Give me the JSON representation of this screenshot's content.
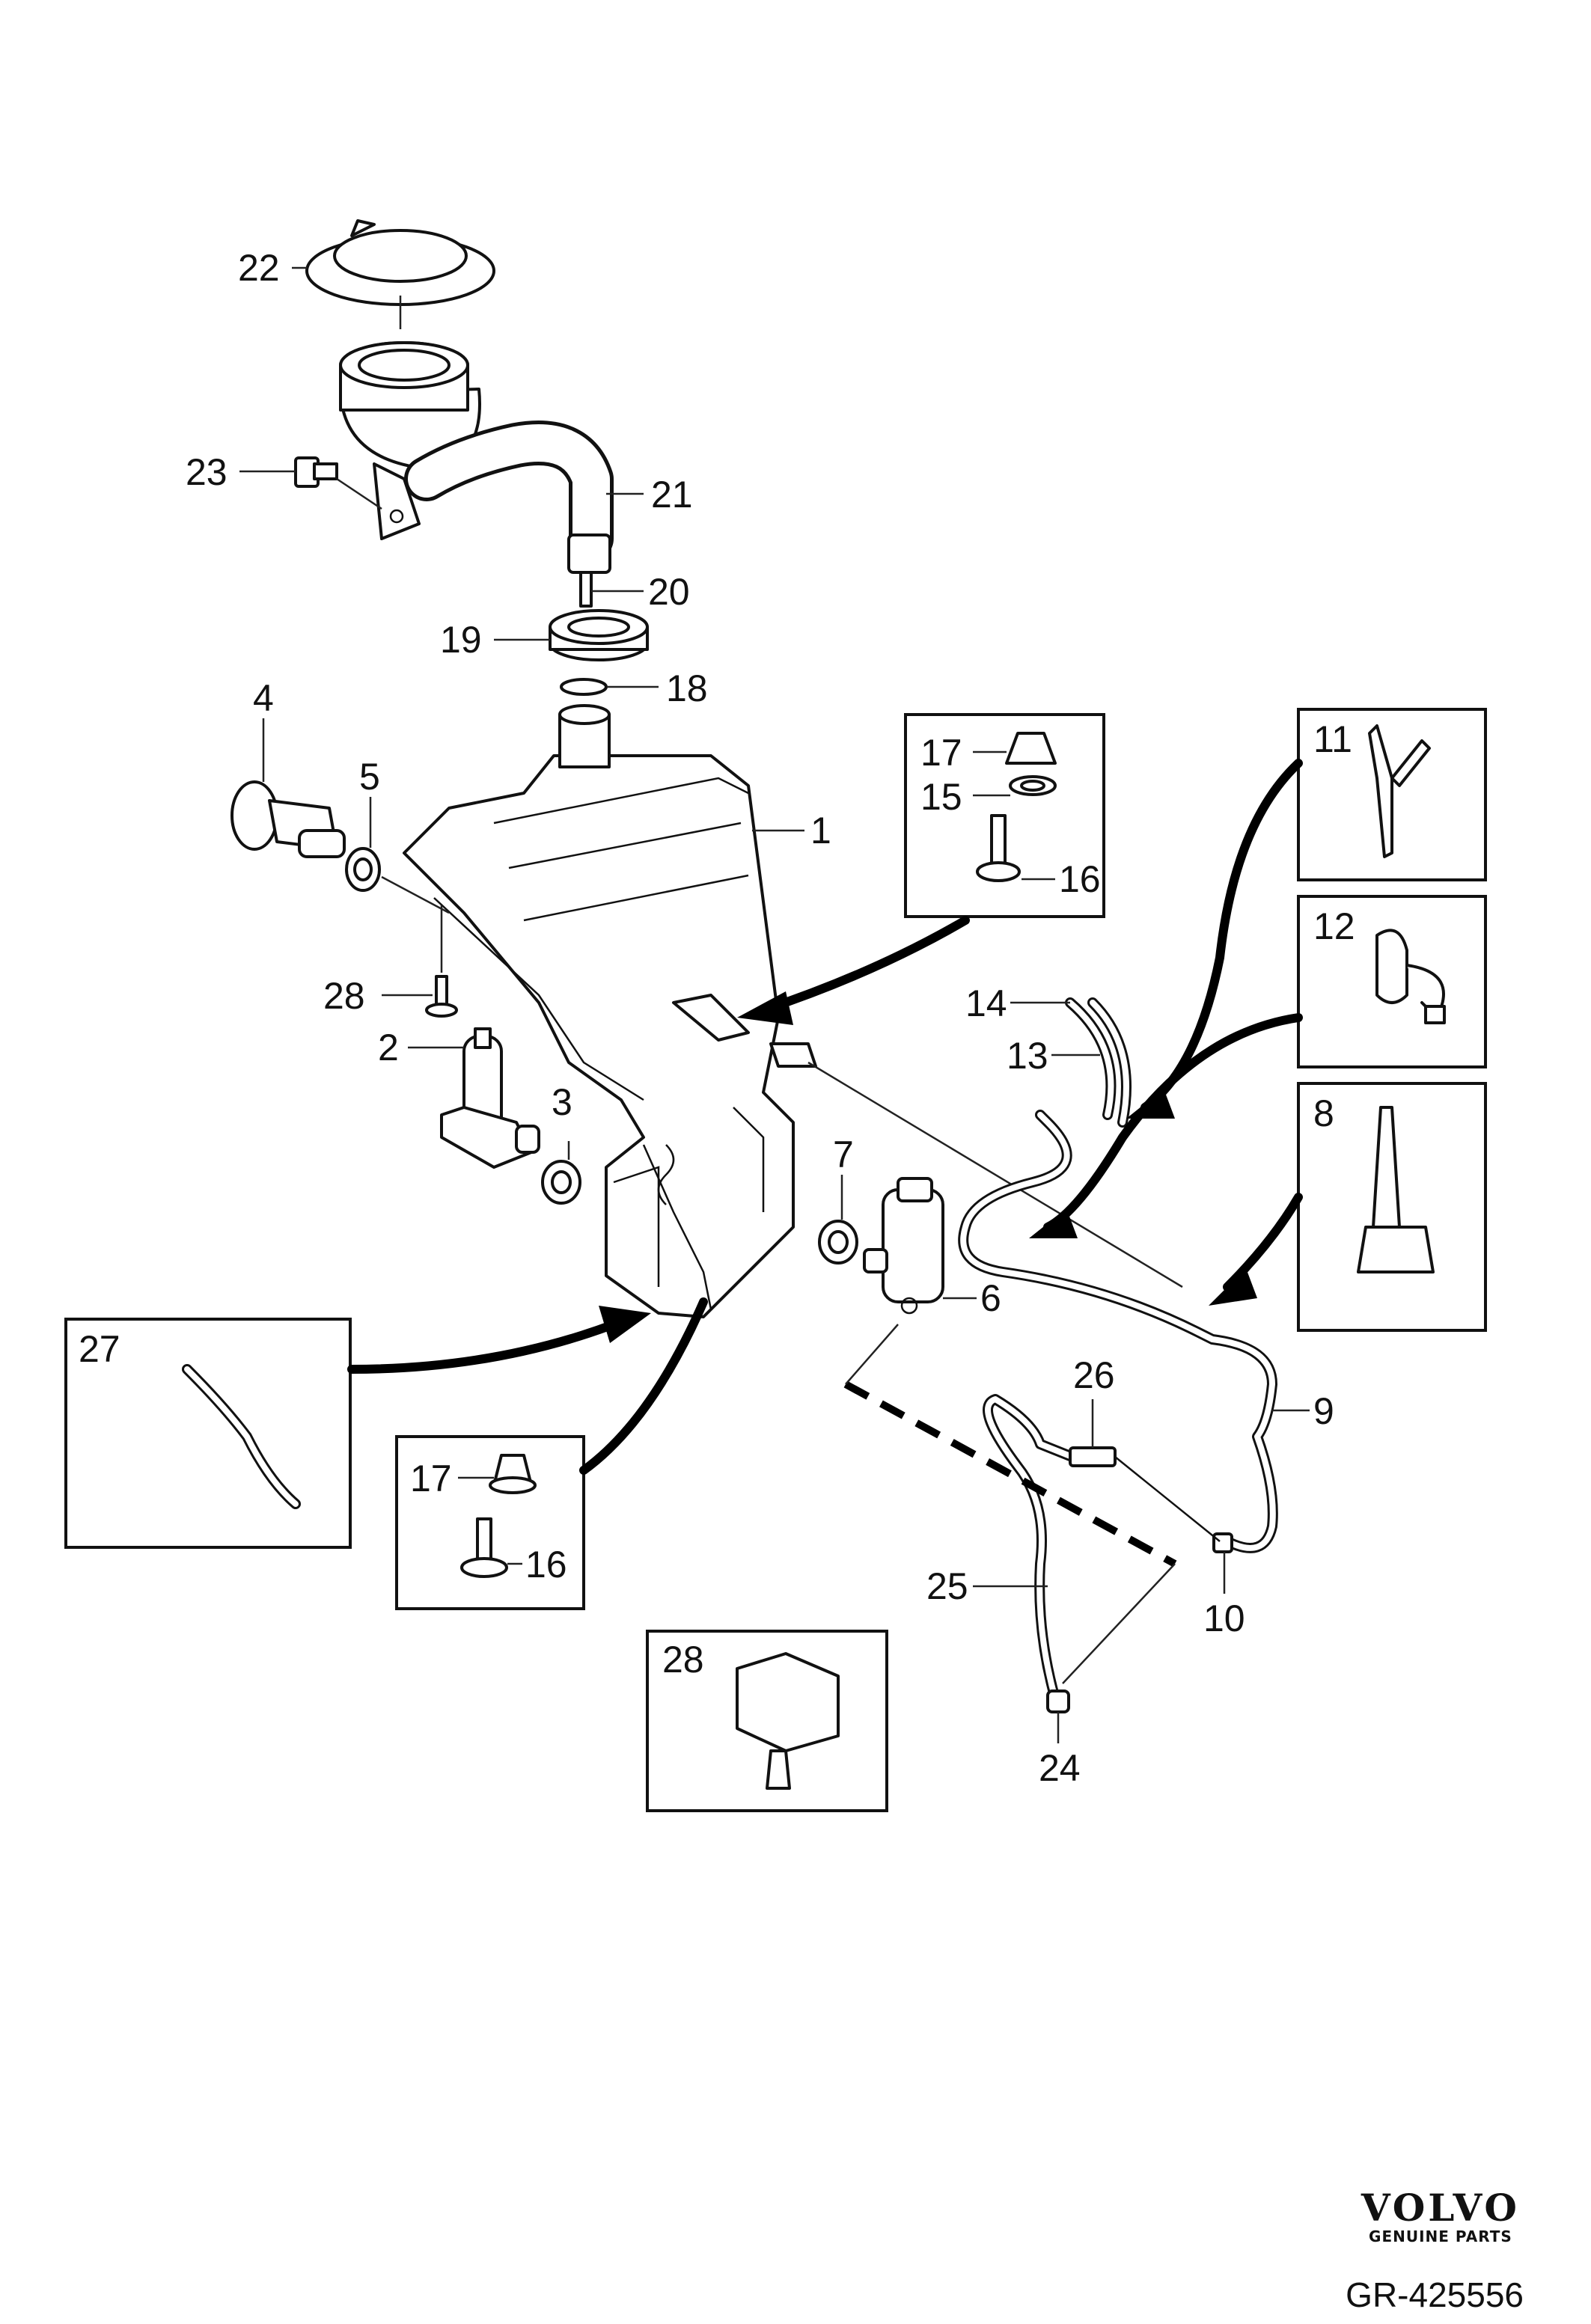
{
  "callouts": [
    "22",
    "23",
    "21",
    "20",
    "19",
    "18",
    "4",
    "5",
    "1",
    "28",
    "2",
    "3",
    "7",
    "6",
    "17",
    "15",
    "16",
    "11",
    "12",
    "14",
    "13",
    "8",
    "9",
    "26",
    "27",
    "17",
    "16",
    "25",
    "10",
    "28",
    "24"
  ],
  "brand": {
    "name": "VOLVO",
    "subtitle": "GENUINE PARTS"
  },
  "reference": "GR-425556"
}
